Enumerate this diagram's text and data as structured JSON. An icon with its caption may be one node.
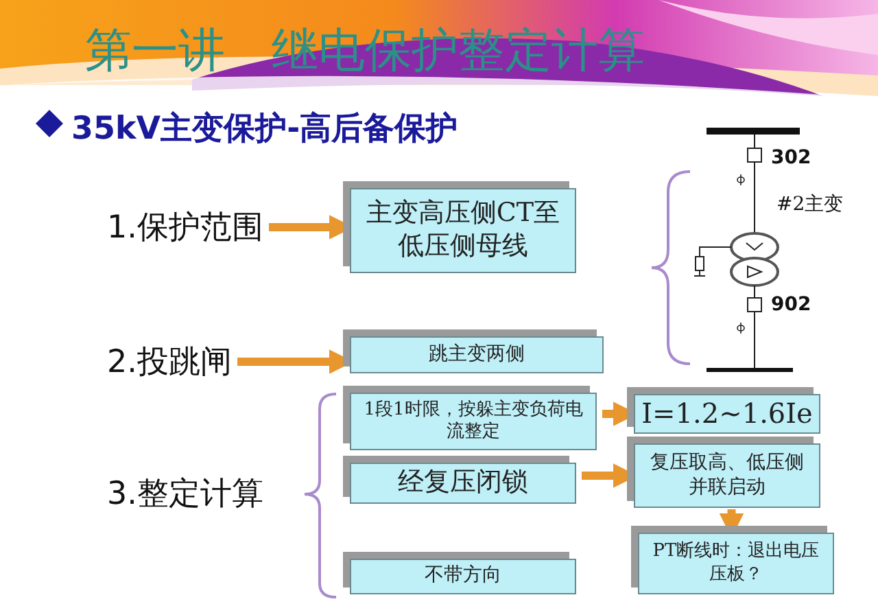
{
  "diagram": {
    "title": "第一讲　继电保护整定计算",
    "nodes": [
      {
        "text": [
          "1.保护范围"
        ]
      },
      {
        "text": [
          "主变高压侧CT至低压侧母线"
        ]
      },
      {
        "text": [
          "2.投跳闸"
        ]
      },
      {
        "text": [
          "跳主变两侧"
        ]
      },
      {
        "text": [
          "1段1时限，按躲主变负荷电流整定"
        ]
      },
      {
        "text": [
          "I=1.2~1.6Ie"
        ]
      },
      {
        "text": [
          "经复压闭锁"
        ]
      },
      {
        "text": [
          "复压取高、低压侧并联启动"
        ]
      },
      {
        "text": [
          "不带方向"
        ]
      },
      {
        "text": [
          "PT断线时：退出电压压板？"
        ]
      }
    ],
    "edges": [
      {
        "from": 0,
        "to": 1,
        "arrow": "to"
      },
      {
        "from": 2,
        "to": 3,
        "arrow": "to"
      },
      {
        "from": 4,
        "to": 5,
        "arrow": "to"
      },
      {
        "from": 6,
        "to": 7,
        "arrow": "to"
      },
      {
        "from": 7,
        "to": 9,
        "arrow": "to"
      }
    ],
    "labels": [
      "35kV主变保护-高后备保护",
      "3.整定计算",
      "302",
      "#2主变",
      "902"
    ]
  }
}
